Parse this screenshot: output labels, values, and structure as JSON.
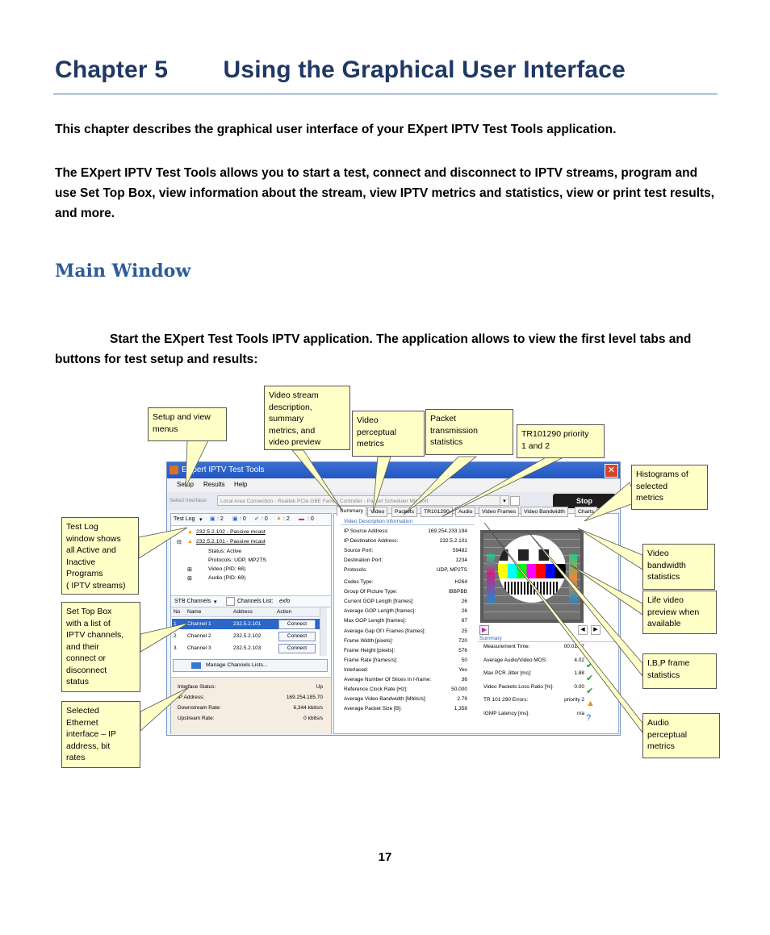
{
  "chapter_title": "Chapter 5        Using the Graphical User Interface",
  "intro_1": "This chapter describes the graphical user interface of your EXpert IPTV Test Tools application.",
  "intro_2": "The EXpert IPTV Test Tools allows you to start a test, connect and disconnect to IPTV streams, program and use Set Top Box, view information about the stream, view IPTV metrics and statistics, view or print test results, and more.",
  "section_title": "Main Window",
  "step_text": "Start the EXpert Test Tools IPTV application. The application allows to view the first level tabs and buttons for test setup and results:",
  "page_number": "17",
  "app": {
    "title": "EXpert IPTV Test Tools",
    "menu": [
      "Setup",
      "Results",
      "Help"
    ],
    "interface_label": "Select Interface:",
    "interface_value": "Local Area Connection - Realtek PCIe GBE Family Controller - Packet Scheduler Miniport",
    "stop_label": "Stop",
    "testlog_label": "Test Log",
    "counters": [
      ": 2",
      ": 0",
      ": 0",
      ": 2",
      ": 0"
    ],
    "tree": [
      "232.5.2.102 - Passive mcast",
      "232.5.2.101 - Passive mcast",
      "Status: Active",
      "Protocols: UDP, MP2TS",
      "Video (PID: 68)",
      "Audio (PID: 69)"
    ],
    "stb_label": "STB Channels",
    "channels_list_label": "Channels List:",
    "channels_list_value": "exfo",
    "channel_columns": [
      "No",
      "Name",
      "Address",
      "Action"
    ],
    "channels": [
      {
        "no": "1",
        "name": "Channel 1",
        "address": "232.5.2.101",
        "action": "Connect"
      },
      {
        "no": "2",
        "name": "Channel 2",
        "address": "232.5.2.102",
        "action": "Connect"
      },
      {
        "no": "3",
        "name": "Channel 3",
        "address": "232.5.2.103",
        "action": "Connect"
      }
    ],
    "manage_label": "Manage Channels Lists...",
    "iface_stats": [
      {
        "k": "Interface Status:",
        "v": "Up"
      },
      {
        "k": "IP Address:",
        "v": "169.254.185.70"
      },
      {
        "k": "Downstream Rate:",
        "v": "6,344 kbits/s"
      },
      {
        "k": "Upstream Rate:",
        "v": "0 kbits/s"
      }
    ],
    "tabs": [
      "Summary",
      "Video",
      "Packets",
      "TR101290",
      "Audio",
      "Video Frames",
      "Video Bandwidth",
      "Charts"
    ],
    "video_desc_title": "Video Description Information",
    "video_desc": [
      {
        "k": "IP Source Address:",
        "v": "169.254.233.194"
      },
      {
        "k": "IP Destination Address:",
        "v": "232.5.2.101"
      },
      {
        "k": "Source Port:",
        "v": "59482"
      },
      {
        "k": "Destination Port:",
        "v": "1234"
      },
      {
        "k": "Protocols:",
        "v": "UDP, MP2TS"
      }
    ],
    "codec": [
      {
        "k": "Codec Type:",
        "v": "H264"
      },
      {
        "k": "Group Of Picture Type:",
        "v": "IBBPBB"
      },
      {
        "k": "Current GOP Length [frames]:",
        "v": "26"
      },
      {
        "k": "Average GOP Length [frames]:",
        "v": "26"
      },
      {
        "k": "Max GOP Length [frames]:",
        "v": "67"
      },
      {
        "k": "Average Gap Of I Frames [frames]:",
        "v": "25"
      },
      {
        "k": "Frame Width [pixels]:",
        "v": "720"
      },
      {
        "k": "Frame Height [pixels]:",
        "v": "576"
      },
      {
        "k": "Frame Rate [frames/s]:",
        "v": "50"
      },
      {
        "k": "Interlaced:",
        "v": "Yes"
      },
      {
        "k": "Average Number Of Slices In I-frame:",
        "v": "36"
      },
      {
        "k": "Reference Clock Rate [Hz]:",
        "v": "50,000"
      },
      {
        "k": "Average Video Bandwidth [Mbits/s]:",
        "v": "2.79"
      },
      {
        "k": "Average Packet Size [B]:",
        "v": "1,358"
      }
    ],
    "summary_title": "Summary",
    "summary": [
      {
        "k": "Measurement Time:",
        "v": "00:01:37"
      },
      {
        "k": "Average Audio/Video MOS:",
        "v": "4.02"
      },
      {
        "k": "Max PCR Jitter [ms]:",
        "v": "1.88"
      },
      {
        "k": "Video Packets Loss Ratio [%]:",
        "v": "0.00"
      },
      {
        "k": "TR 101 290 Errors:",
        "v": "priority 2"
      },
      {
        "k": "IGMP Latency [ms]:",
        "v": "n/a"
      }
    ]
  },
  "callouts": {
    "setup": "Setup and view\nmenus",
    "video_stream": "Video stream\ndescription,\nsummary\nmetrics, and\nvideo preview",
    "video_perceptual": "Video\nperceptual\nmetrics",
    "packet": "Packet\ntransmission\nstatistics",
    "tr101290": "TR101290 priority\n1 and 2",
    "histograms": "Histograms of\nselected\nmetrics",
    "test_log": "Test Log\nwindow shows\nall Active and\nInactive\nPrograms\n( IPTV streams)",
    "stb": "Set Top Box\nwith a list of\nIPTV channels,\nand their\nconnect or\ndisconnect\nstatus",
    "ethernet": "Selected\nEthernet\ninterface – IP\naddress, bit\nrates",
    "video_bw": "Video\nbandwidth\nstatistics",
    "live_video": "Life video\npreview when\navailable",
    "ibp": "I,B,P frame\nstatistics",
    "audio": "Audio\nperceptual\nmetrics"
  }
}
